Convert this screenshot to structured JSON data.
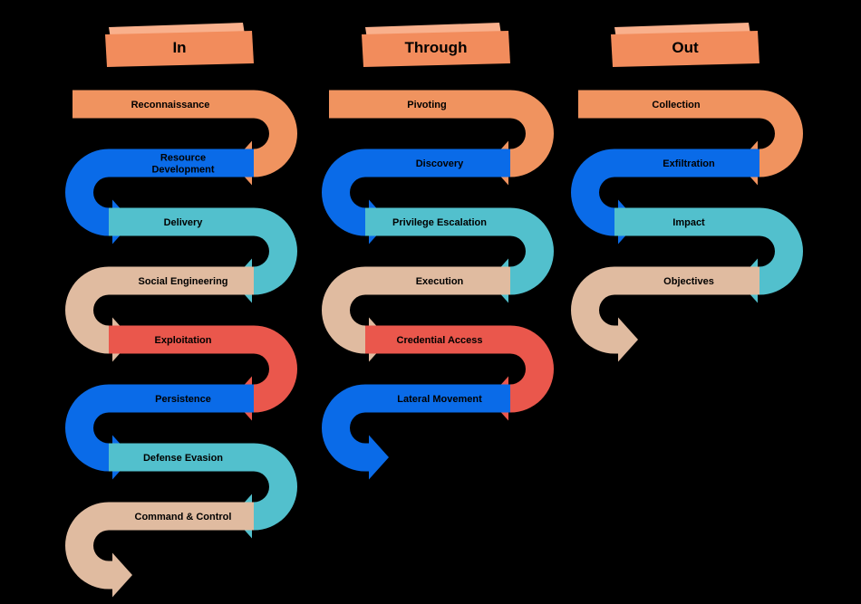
{
  "colors": {
    "orange": "#F0935F",
    "blue": "#0A6BE8",
    "teal": "#52C0CD",
    "beige": "#E0BBA0",
    "red": "#EA574C",
    "title_back": "#F9B08C",
    "title_front": "#F28C5C",
    "background": "#000000"
  },
  "columns": [
    {
      "title": "In",
      "stages": [
        {
          "label": "Reconnaissance",
          "color": "orange"
        },
        {
          "label": "Resource Development",
          "color": "blue"
        },
        {
          "label": "Delivery",
          "color": "teal"
        },
        {
          "label": "Social Engineering",
          "color": "beige"
        },
        {
          "label": "Exploitation",
          "color": "red"
        },
        {
          "label": "Persistence",
          "color": "blue"
        },
        {
          "label": "Defense Evasion",
          "color": "teal"
        },
        {
          "label": "Command & Control",
          "color": "beige"
        }
      ]
    },
    {
      "title": "Through",
      "stages": [
        {
          "label": "Pivoting",
          "color": "orange"
        },
        {
          "label": "Discovery",
          "color": "blue"
        },
        {
          "label": "Privilege Escalation",
          "color": "teal"
        },
        {
          "label": "Execution",
          "color": "beige"
        },
        {
          "label": "Credential Access",
          "color": "red"
        },
        {
          "label": "Lateral Movement",
          "color": "blue"
        }
      ]
    },
    {
      "title": "Out",
      "stages": [
        {
          "label": "Collection",
          "color": "orange"
        },
        {
          "label": "Exfiltration",
          "color": "blue"
        },
        {
          "label": "Impact",
          "color": "teal"
        },
        {
          "label": "Objectives",
          "color": "beige"
        }
      ]
    }
  ]
}
